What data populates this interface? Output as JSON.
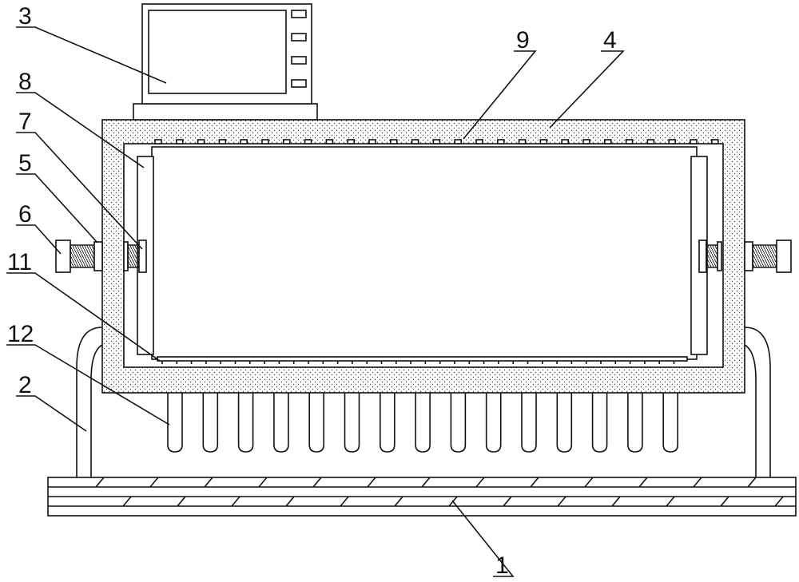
{
  "labels": {
    "l1": "1",
    "l2": "2",
    "l3": "3",
    "l4": "4",
    "l5": "5",
    "l6": "6",
    "l7": "7",
    "l8": "8",
    "l9": "9",
    "l11": "11",
    "l12": "12"
  },
  "colors": {
    "line": "#111111",
    "background": "#ffffff",
    "insulation_dot": "#444444"
  }
}
